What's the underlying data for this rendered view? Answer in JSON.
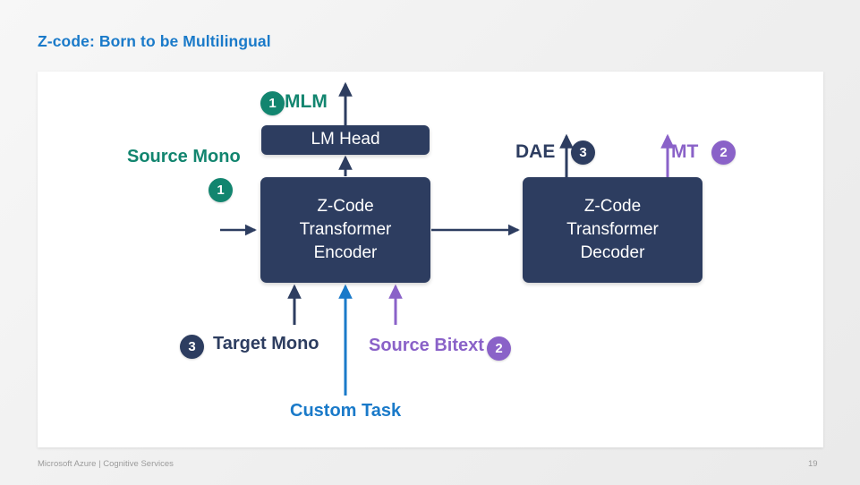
{
  "slide": {
    "title": "Z-code: Born to be Multilingual",
    "footer": "Microsoft Azure | Cognitive Services",
    "page_number": "19"
  },
  "colors": {
    "title_blue": "#1a7ac9",
    "box_navy": "#2d3d60",
    "badge_teal": "#12856f",
    "badge_navy": "#2d3d60",
    "badge_purple": "#8a62c8",
    "arrow_blue": "#1a7ac9",
    "card_white": "#ffffff",
    "slide_background": "#f1f1f1"
  },
  "diagram": {
    "boxes": [
      {
        "id": "lm-head",
        "label": "LM Head"
      },
      {
        "id": "encoder",
        "label": "Z-Code\nTransformer\nEncoder"
      },
      {
        "id": "decoder",
        "label": "Z-Code\nTransformer\nDecoder"
      }
    ],
    "labels": {
      "mlm": "MLM",
      "source_mono": "Source Mono",
      "dae": "DAE",
      "mt": "MT",
      "target_mono": "Target Mono",
      "source_bitext": "Source Bitext",
      "custom_task": "Custom Task"
    },
    "badges": {
      "mlm": "1",
      "source_mono": "1",
      "dae": "3",
      "mt": "2",
      "target_mono": "3",
      "source_bitext": "2"
    }
  }
}
